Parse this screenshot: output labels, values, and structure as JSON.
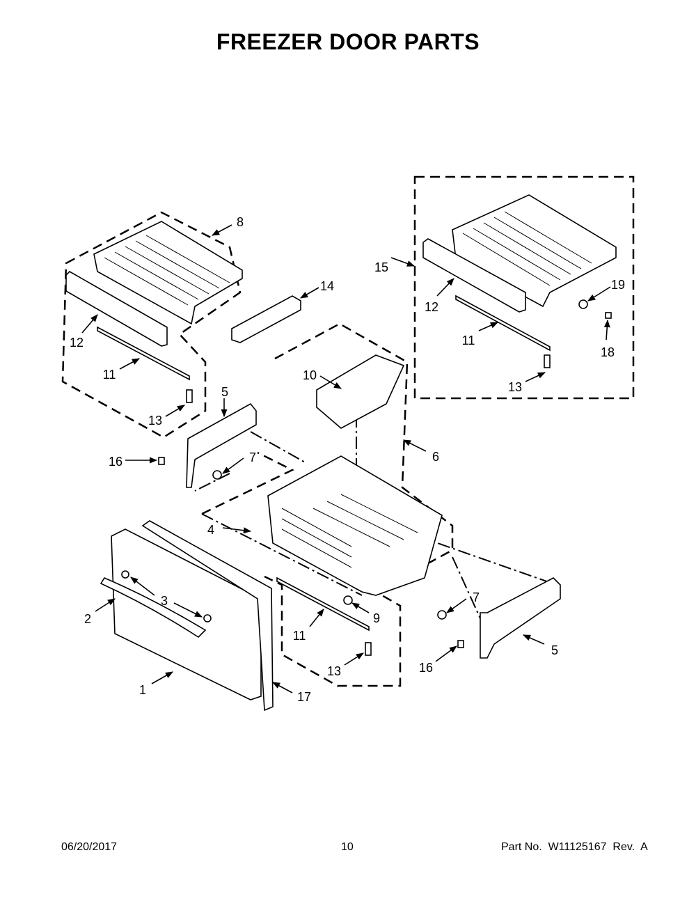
{
  "title": "FREEZER DOOR PARTS",
  "callouts": [
    "8",
    "14",
    "15",
    "12",
    "19",
    "11",
    "18",
    "13",
    "12",
    "11",
    "13",
    "5",
    "10",
    "16",
    "7",
    "6",
    "4",
    "3",
    "2",
    "9",
    "7",
    "11",
    "13",
    "16",
    "5",
    "1",
    "17"
  ],
  "footer": {
    "date": "06/20/2017",
    "page": "10",
    "part_number": "Part No.  W11125167  Rev.  A"
  }
}
